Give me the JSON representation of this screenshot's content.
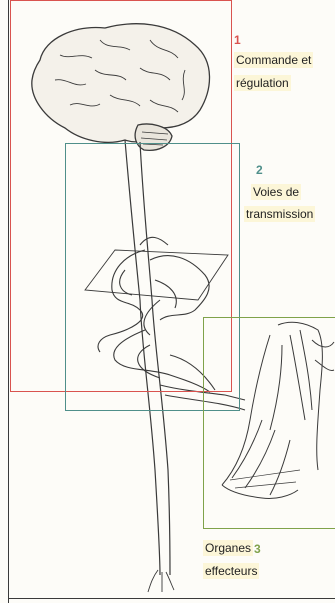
{
  "colors": {
    "zone_1": "#d9534f",
    "zone_2": "#4f8f8a",
    "zone_3": "#7fa24a",
    "label_bg": "#fcf6d8",
    "ink": "#3a3a3a"
  },
  "zones": [
    {
      "number": "1",
      "label_line1": "Commande et",
      "label_line2": "régulation"
    },
    {
      "number": "2",
      "label_line1": "Voies de",
      "label_line2": "transmission"
    },
    {
      "number": "3",
      "label_line1": "Organes",
      "label_line2": "effecteurs"
    }
  ],
  "illustrations": {
    "brain": "brain-drawing",
    "spinal_cord": "spinal-cord-drawing",
    "nerves": "nerve-branches-drawing",
    "arm": "arm-muscles-drawing"
  }
}
